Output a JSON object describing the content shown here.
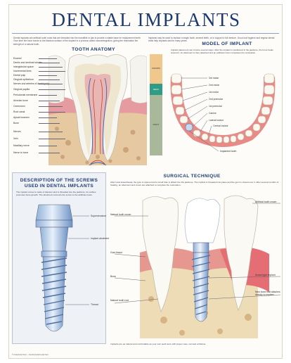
{
  "poster": {
    "title": "DENTAL IMPLANTS",
    "intro_left": "Dental implants are artificial tooth roots that are threaded into the mandible or jaw to provide a stable base for replacement teeth. Over time the bone bonds to the titanium surface of the implant in a process called osseointegration, giving the restoration the strength of a natural tooth.",
    "intro_right": "Implants may be used to replace a single tooth, several teeth, or to support a full denture. Good oral hygiene and regular dental visits help implants last for many years."
  },
  "tooth_anatomy": {
    "heading": "TOOTH ANATOMY",
    "labels_left": [
      "Enamel",
      "Dentin and dentinal tubules",
      "Interglobular space",
      "Incremental lines",
      "Dental pulp",
      "Gingival epithelium",
      "Nerves and arteries of dental pulp",
      "Gingival papilla",
      "Periodontal membrane",
      "Alveolar bone",
      "Cementum",
      "Root canal",
      "Apical foramen",
      "Bone",
      "Nerves",
      "Vein",
      "Maxillary nerve",
      "Nerve to bone"
    ],
    "bands": [
      "CROWN",
      "NECK",
      "ROOT"
    ]
  },
  "model_of_implant": {
    "heading": "MODEL OF IMPLANT",
    "text": "Implant placement can involve several steps. After the implant is positioned in the jawbone, the bone heals around it. An abutment is then attached and an artificial crown completes the restoration.",
    "labels": [
      "3rd molar",
      "2nd molar",
      "1st molar",
      "2nd premolar",
      "1st premolar",
      "Canine",
      "Lateral incisor",
      "Central incisor",
      "Implanted tooth"
    ]
  },
  "screws": {
    "heading_line1": "DESCRIPTION OF THE SCREWS",
    "heading_line2": "USED IN DENTAL IMPLANTS",
    "text": "The implant screw is made of titanium and is threaded into the jawbone. Its surface promotes bone growth. The abutment connects the screw to the artificial crown.",
    "labels": [
      "Superstructure",
      "Implant abutment",
      "Thread"
    ]
  },
  "surgical": {
    "heading": "SURGICAL TECHNIQUE",
    "text": "After local anaesthesia, the gum is opened and a small hole is drilled into the jawbone. The implant is threaded into place and the gum is closed over it. After several months of healing, an abutment and crown are attached to complete the restoration.",
    "labels_left": [
      "Natural tooth crown",
      "Gum tissue",
      "Bone",
      "Natural tooth root"
    ],
    "labels_right": [
      "Artificial tooth crown",
      "Screw type implant",
      "New bone that attaches directly to implant"
    ],
    "bottom_text": "Implants are as natural and comfortable as your own teeth and, with proper care, can last a lifetime."
  },
  "footer": "© Anatomical Chart — Dental Implants wall chart"
}
